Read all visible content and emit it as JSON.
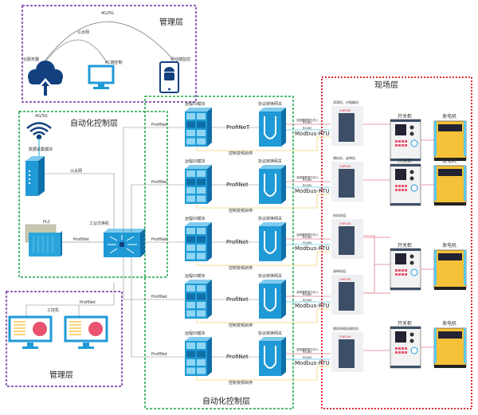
{
  "colors": {
    "mgmt_border": "#6a2fa0",
    "auto_border": "#1aa34a",
    "field_border": "#e0101a",
    "device": "#1f9ad6",
    "device_dark": "#0f6fa8",
    "cloud": "#13407f",
    "pie": "#e9536f",
    "generator": "#f4c238",
    "line_pink": "#e07c8f",
    "line_cyan": "#5cc8e8",
    "line_yellow": "#f2d27a"
  },
  "top_mgmt": {
    "title": "管理层",
    "arc_outer": "4G/5G",
    "arc_inner": "以太网",
    "cloud_label": "云服务器",
    "pc_label": "PC端控制",
    "mobile_label": "移动端监控"
  },
  "left_auto": {
    "title": "自动化控制层",
    "wifi_label": "4G/5G",
    "dtu_label": "数据采集模块",
    "ethernet_label": "以太网",
    "plc_label": "PLC",
    "switch_label": "工业交换机",
    "plc_link": "ProfiNet"
  },
  "mid_auto": {
    "title": "自动化控制层"
  },
  "rows": [
    {
      "profinet": "ProfiNet",
      "io_label": "远程IO模块",
      "link": "ProfiNeT",
      "gw_label": "协议转换网关",
      "data_label": "变频器数据与写入",
      "rs485": "RS485",
      "rs485b": "RS485",
      "modbus": "Modbus-RTU",
      "control": "控制变频启停"
    },
    {
      "profinet": "ProfiNet",
      "io_label": "远程IO模块",
      "link": "ProfiNet",
      "gw_label": "协议转换网关",
      "data_label": "变频器数据与写入",
      "rs485": "RS485",
      "rs485b": "RS485",
      "modbus": "Modbus-RTU",
      "control": "控制变频启停"
    },
    {
      "profinet": "ProfiNet",
      "io_label": "远程IO模块",
      "link": "ProfiNet",
      "gw_label": "协议转换网关",
      "data_label": "变频器数据与写入",
      "rs485": "RS485",
      "rs485b": "RS485",
      "modbus": "Modbus-RTU",
      "control": "控制变频启停"
    },
    {
      "profinet": "ProfiNet",
      "io_label": "远程IO模块",
      "link": "ProfiNet",
      "gw_label": "协议转换网关",
      "data_label": "变频器数据与写入",
      "rs485": "RS485",
      "rs485b": "RS485",
      "modbus": "Modbus-RTU",
      "control": "控制变频启停"
    },
    {
      "profinet": "ProfiNet",
      "io_label": "远程IO模块",
      "link": "ProfiNet",
      "gw_label": "协议转换网关",
      "data_label": "变频器数据与写入",
      "rs485": "RS485",
      "rs485b": "RS485",
      "modbus": "Modbus-RTU",
      "control": "控制变频启停"
    }
  ],
  "field": {
    "title": "现场层",
    "inverters": [
      "润滑机、对辊破机",
      "喂料机、皮带机",
      "给料机组",
      "调带机组",
      "搅拌网格双调控机"
    ],
    "inverter_brand": "CHR100",
    "cabinets": [
      {
        "label": "开关柜"
      },
      {
        "label": "开关柜"
      },
      {
        "label": "开关柜"
      },
      {
        "label": "开关柜"
      }
    ],
    "generators": [
      {
        "label": "发电机"
      },
      {
        "label": "发电机"
      },
      {
        "label": "发电机"
      },
      {
        "label": "发电机"
      }
    ]
  },
  "bottom_mgmt": {
    "title": "管理层",
    "ipc_label": "工控机",
    "link": "ProfiNet"
  }
}
